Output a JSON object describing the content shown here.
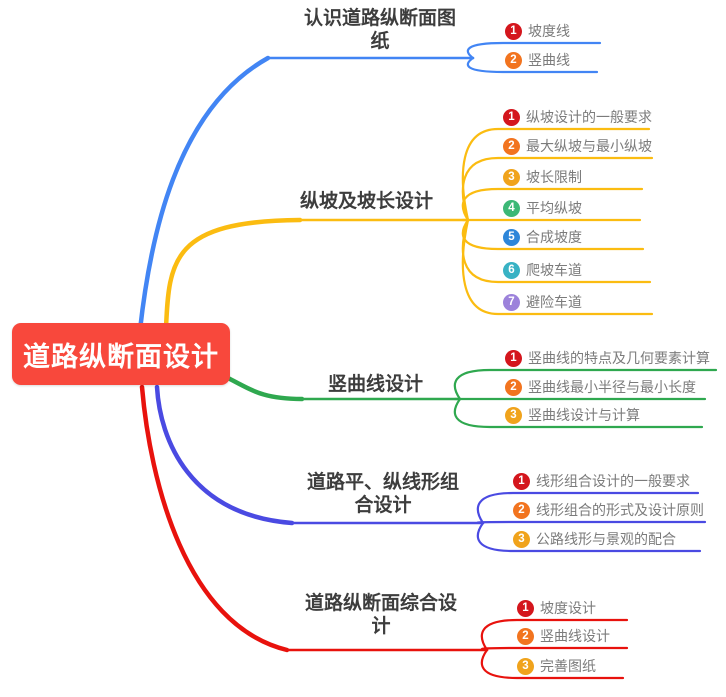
{
  "root": {
    "label": "道路纵断面设计",
    "bg_color": "#f8483c",
    "text_color": "#ffffff"
  },
  "branches": [
    {
      "label": "认识道路纵断面图纸",
      "color": "#4285f4",
      "children": [
        {
          "num": "1",
          "label": "坡度线",
          "badge_color": "#d4161d"
        },
        {
          "num": "2",
          "label": "竖曲线",
          "badge_color": "#f2741f"
        }
      ]
    },
    {
      "label": "纵坡及坡长设计",
      "color": "#fbbc11",
      "children": [
        {
          "num": "1",
          "label": "纵坡设计的一般要求",
          "badge_color": "#d4161d"
        },
        {
          "num": "2",
          "label": "最大纵坡与最小纵坡",
          "badge_color": "#f2741f"
        },
        {
          "num": "3",
          "label": "坡长限制",
          "badge_color": "#f0a31c"
        },
        {
          "num": "4",
          "label": "平均纵坡",
          "badge_color": "#3cb876"
        },
        {
          "num": "5",
          "label": "合成坡度",
          "badge_color": "#2e86d9"
        },
        {
          "num": "6",
          "label": "爬坡车道",
          "badge_color": "#38b2c4"
        },
        {
          "num": "7",
          "label": "避险车道",
          "badge_color": "#9c82db"
        }
      ]
    },
    {
      "label": "竖曲线设计",
      "color": "#2fa84f",
      "children": [
        {
          "num": "1",
          "label": "竖曲线的特点及几何要素计算",
          "badge_color": "#d4161d"
        },
        {
          "num": "2",
          "label": "竖曲线最小半径与最小长度",
          "badge_color": "#f2741f"
        },
        {
          "num": "3",
          "label": "竖曲线设计与计算",
          "badge_color": "#f0a31c"
        }
      ]
    },
    {
      "label": "道路平、纵线形组合设计",
      "color": "#4a4ae2",
      "children": [
        {
          "num": "1",
          "label": "线形组合设计的一般要求",
          "badge_color": "#d4161d"
        },
        {
          "num": "2",
          "label": "线形组合的形式及设计原则",
          "badge_color": "#f2741f"
        },
        {
          "num": "3",
          "label": "公路线形与景观的配合",
          "badge_color": "#f0a31c"
        }
      ]
    },
    {
      "label": "道路纵断面综合设计",
      "color": "#e8120d",
      "children": [
        {
          "num": "1",
          "label": "坡度设计",
          "badge_color": "#d4161d"
        },
        {
          "num": "2",
          "label": "竖曲线设计",
          "badge_color": "#f2741f"
        },
        {
          "num": "3",
          "label": "完善图纸",
          "badge_color": "#f0a31c"
        }
      ]
    }
  ]
}
